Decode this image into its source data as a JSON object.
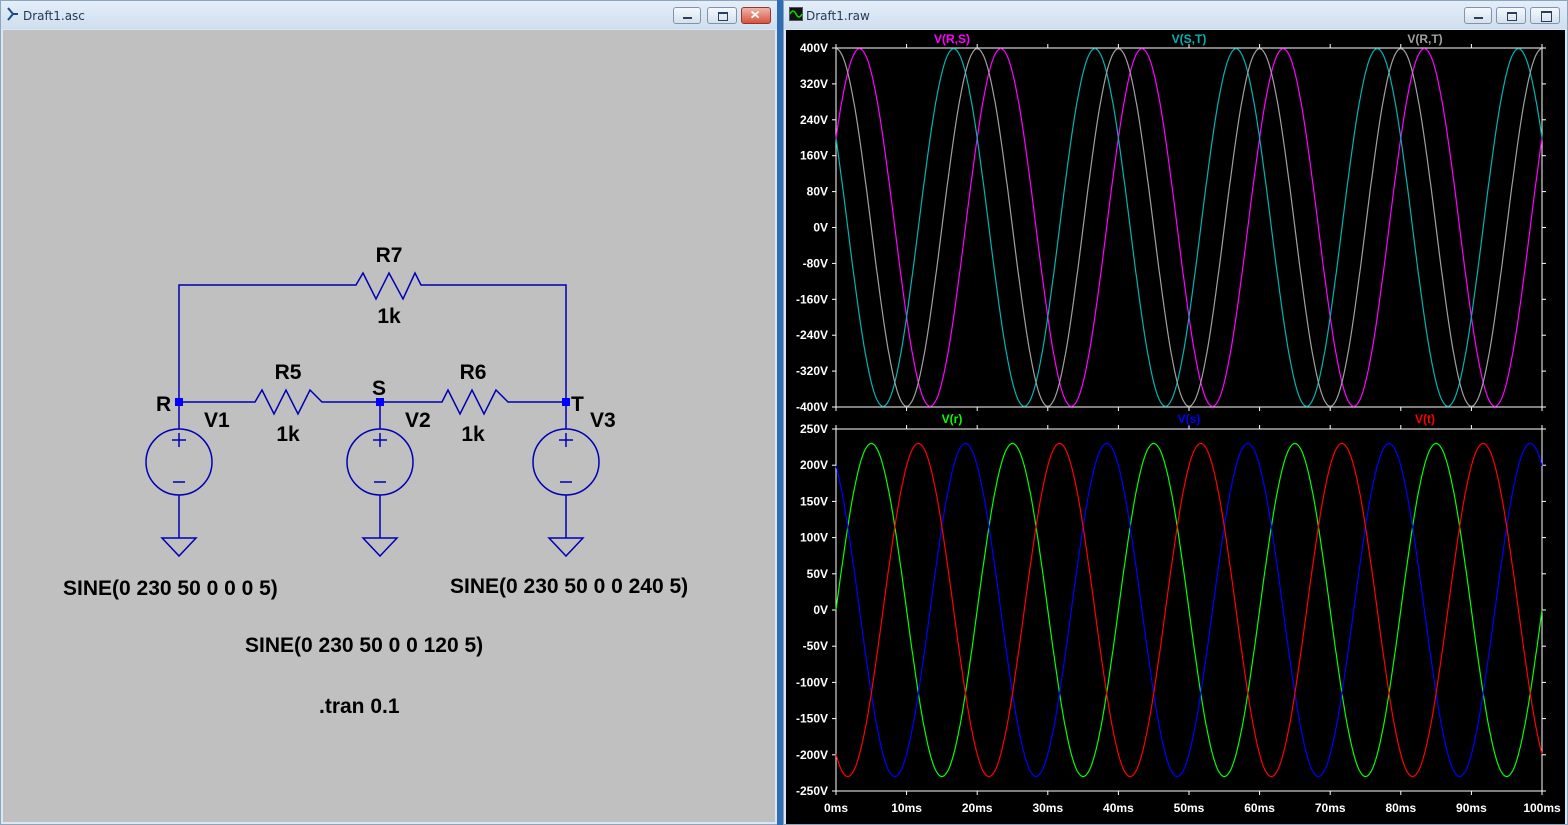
{
  "schematic_window": {
    "title": "Draft1.asc",
    "components": {
      "r7": {
        "name": "R7",
        "value": "1k"
      },
      "r5": {
        "name": "R5",
        "value": "1k"
      },
      "r6": {
        "name": "R6",
        "value": "1k"
      },
      "v1": {
        "name": "V1"
      },
      "v2": {
        "name": "V2"
      },
      "v3": {
        "name": "V3"
      }
    },
    "nodes": {
      "r": "R",
      "s": "S",
      "t": "T"
    },
    "directives": {
      "v1_sine": "SINE(0 230 50 0 0 0 5)",
      "v2_sine": "SINE(0 230 50 0 0 120 5)",
      "v3_sine": "SINE(0 230 50 0 0 240 5)",
      "tran": ".tran 0.1"
    }
  },
  "waveform_window": {
    "title": "Draft1.raw"
  },
  "colors": {
    "schematic_bg": "#C0C0C0",
    "wire": "#0000B4",
    "node": "#0000FF",
    "plot_bg": "#000000",
    "v_rs": "#FF00FF",
    "v_st": "#00B4B4",
    "v_rt": "#A0A0A0",
    "v_r": "#00FF00",
    "v_s": "#0000FF",
    "v_t": "#FF0000"
  },
  "chart_data": [
    {
      "type": "line",
      "title": "",
      "x_unit": "ms",
      "xlim": [
        0,
        100
      ],
      "ylim": [
        -400,
        400
      ],
      "yticks": [
        400,
        320,
        240,
        160,
        80,
        0,
        -80,
        -160,
        -240,
        -320,
        -400
      ],
      "ytick_labels": [
        "400V",
        "320V",
        "240V",
        "160V",
        "80V",
        "0V",
        "-80V",
        "-160V",
        "-240V",
        "-320V",
        "-400V"
      ],
      "legend_placement": "top",
      "series": [
        {
          "name": "V(R,S)",
          "color": "#FF00FF",
          "amplitude": 398.4,
          "frequency_hz": 50,
          "phase_deg": 30
        },
        {
          "name": "V(S,T)",
          "color": "#00B4B4",
          "amplitude": 398.4,
          "frequency_hz": 50,
          "phase_deg": 150
        },
        {
          "name": "V(R,T)",
          "color": "#A0A0A0",
          "amplitude": 398.4,
          "frequency_hz": 50,
          "phase_deg": 90
        }
      ]
    },
    {
      "type": "line",
      "title": "",
      "x_unit": "ms",
      "xlim": [
        0,
        100
      ],
      "ylim": [
        -250,
        250
      ],
      "yticks": [
        250,
        200,
        150,
        100,
        50,
        0,
        -50,
        -100,
        -150,
        -200,
        -250
      ],
      "ytick_labels": [
        "250V",
        "200V",
        "150V",
        "100V",
        "50V",
        "0V",
        "-50V",
        "-100V",
        "-150V",
        "-200V",
        "-250V"
      ],
      "xticks": [
        0,
        10,
        20,
        30,
        40,
        50,
        60,
        70,
        80,
        90,
        100
      ],
      "xtick_labels": [
        "0ms",
        "10ms",
        "20ms",
        "30ms",
        "40ms",
        "50ms",
        "60ms",
        "70ms",
        "80ms",
        "90ms",
        "100ms"
      ],
      "legend_placement": "top",
      "series": [
        {
          "name": "V(r)",
          "color": "#00FF00",
          "amplitude": 230,
          "frequency_hz": 50,
          "phase_deg": 0
        },
        {
          "name": "V(s)",
          "color": "#0000FF",
          "amplitude": 230,
          "frequency_hz": 50,
          "phase_deg": 120
        },
        {
          "name": "V(t)",
          "color": "#FF0000",
          "amplitude": 230,
          "frequency_hz": 50,
          "phase_deg": 240
        }
      ]
    }
  ]
}
